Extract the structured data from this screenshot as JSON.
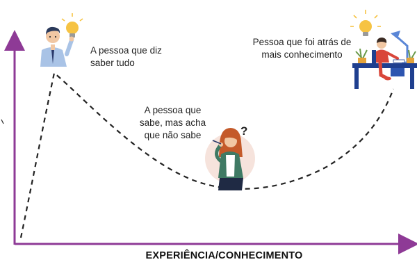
{
  "diagram": {
    "labels": {
      "peak": "A pessoa que diz saber tudo",
      "valley": "A pessoa que sabe, mas acha que não sabe",
      "rising": "Pessoa que foi atrás de mais conhecimento"
    },
    "x_axis_label": "EXPERIÊNCIA/CONHECIMENTO",
    "question_mark": "?",
    "icons": [
      "man-with-lightbulb-icon",
      "thinking-woman-icon",
      "person-studying-at-desk-icon"
    ],
    "colors": {
      "axis": "#8e3a96",
      "curve": "#222222",
      "bulb": "#f6c343",
      "man_shirt": "#a9c3e6",
      "woman_cardigan": "#3f7a64",
      "desk": "#1f3f8f",
      "lamp": "#5a86d6"
    }
  }
}
